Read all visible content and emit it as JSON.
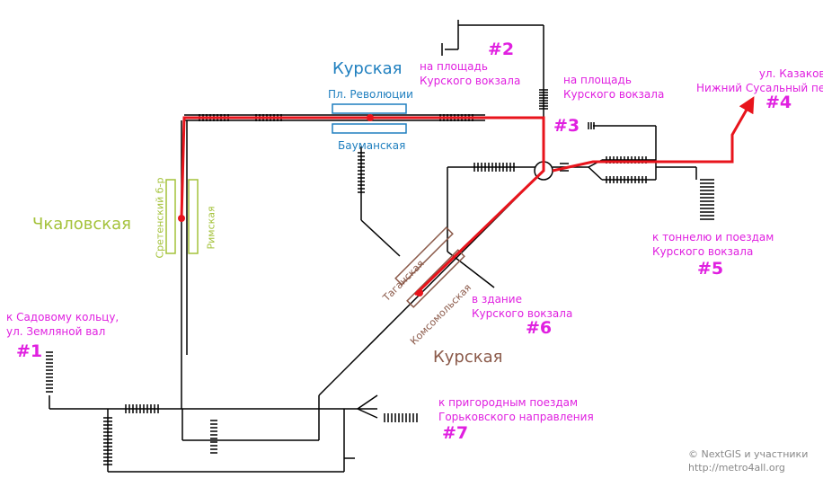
{
  "stations": {
    "kurskaya_blue": "Курская",
    "pl_revolyutsii": "Пл. Революции",
    "baumanskaya": "Бауманская",
    "chkalovskaya": "Чкаловская",
    "sretensky": "Сретенский б-р",
    "rimskaya": "Римская",
    "taganskaya": "Таганская",
    "komsomolskaya": "Комсомольская",
    "kurskaya_brown": "Курская"
  },
  "exits": [
    {
      "num": "#1",
      "line1": "к Садовому кольцу,",
      "line2": "ул. Земляной вал"
    },
    {
      "num": "#2",
      "line1": "на площадь",
      "line2": "Курского вокзала"
    },
    {
      "num": "#3",
      "line1": "на площадь",
      "line2": "Курского вокзала"
    },
    {
      "num": "#4",
      "line1": "ул. Казакова,",
      "line2": "Нижний Сусальный пер."
    },
    {
      "num": "#5",
      "line1": "к тоннелю и поездам",
      "line2": "Курского вокзала"
    },
    {
      "num": "#6",
      "line1": "в здание",
      "line2": "Курского вокзала"
    },
    {
      "num": "#7",
      "line1": "к пригородным поездам",
      "line2": "Горьковского направления"
    }
  ],
  "credit": {
    "line1": "© NextGIS и участники",
    "line2": "http://metro4all.org"
  },
  "colors": {
    "route": "#e8141c",
    "blue_line": "#1f7fbf",
    "brown_line": "#8b5a4a",
    "green_line": "#a4c23a",
    "exit": "#e020e0"
  }
}
